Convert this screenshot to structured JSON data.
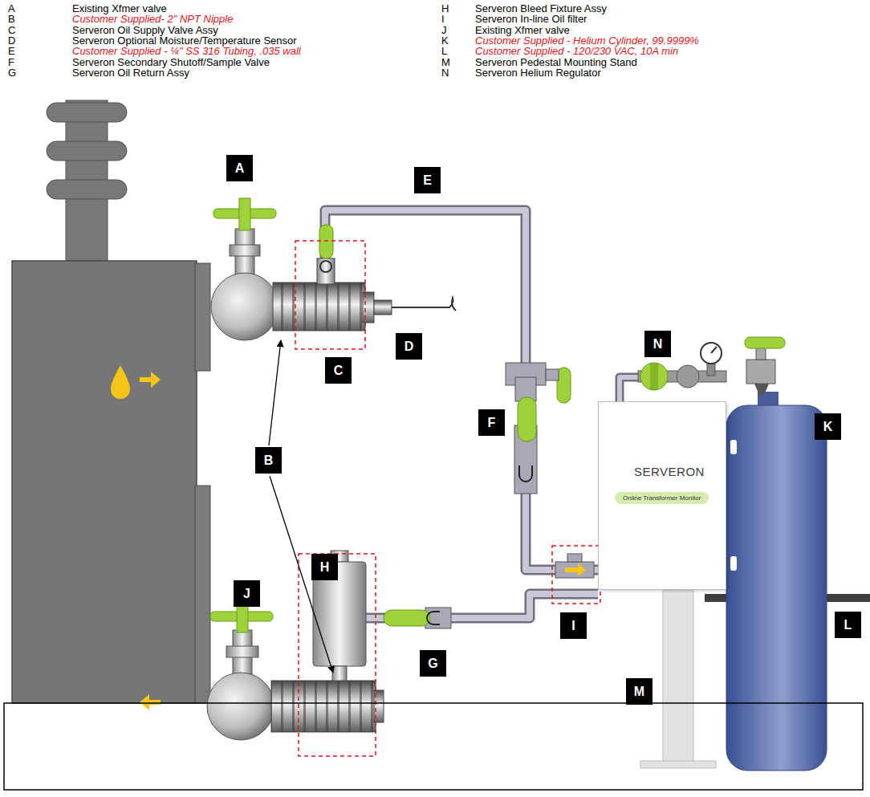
{
  "diagram": {
    "nodes": [
      {
        "text": [
          "A"
        ]
      },
      {
        "text": [
          "E"
        ]
      },
      {
        "text": [
          "N"
        ]
      },
      {
        "text": [
          "C"
        ]
      },
      {
        "text": [
          "D"
        ]
      },
      {
        "text": [
          "SERVERON"
        ]
      },
      {
        "text": [
          "Online Transformer Monitor"
        ],
        "in": 5
      },
      {
        "text": [
          "F"
        ]
      },
      {
        "text": [
          "K"
        ]
      },
      {
        "text": [
          "B"
        ]
      },
      {
        "text": [
          "H"
        ]
      },
      {
        "text": [
          "J"
        ]
      },
      {
        "text": [
          "I"
        ]
      },
      {
        "text": [
          "L"
        ]
      },
      {
        "text": [
          "G"
        ]
      },
      {
        "text": [
          "M"
        ]
      }
    ],
    "labels": [
      "A",
      "Existing Xfmer valve",
      "B",
      "Customer Supplied- 2\" NPT Nipple",
      "C",
      "Serveron Oil Supply Valve Assy",
      "D",
      "Serveron Optional Moisture/Temperature Sensor",
      "E",
      "Customer Supplied - ¼\" SS 316 Tubing, .035 wall",
      "F",
      "Serveron Secondary Shutoff/Sample Valve",
      "G",
      "Serveron Oil Return Assy",
      "H",
      "Serveron Bleed Fixture Assy",
      "I",
      "Serveron In-line Oil filter",
      "J",
      "Existing Xfmer valve",
      "K",
      "Customer Supplied - Helium Cylinder, 99.9999%",
      "L",
      "Customer Supplied - 120/230 VAC, 10A min",
      "M",
      "Serveron Pedestal Mounting Stand",
      "N",
      "Serveron Helium Regulator"
    ]
  }
}
